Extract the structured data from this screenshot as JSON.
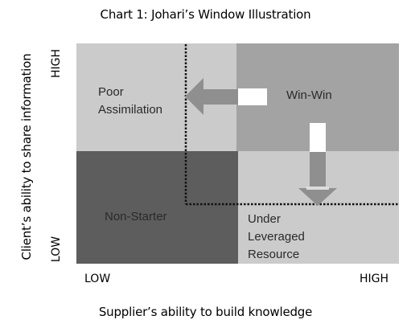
{
  "chart": {
    "title": "Chart 1: Johari’s Window Illustration",
    "y_axis_label": "Client’s ability to share information",
    "x_axis_label": "Supplier’s ability to build knowledge",
    "y_high": "HIGH",
    "y_low": "LOW",
    "x_low": "LOW",
    "x_high": "HIGH"
  },
  "quadrants": {
    "top_left": {
      "line1": "Poor",
      "line2": "Assimilation"
    },
    "top_right": {
      "line1": "Win-Win"
    },
    "bottom_left": {
      "line1": "Non-Starter"
    },
    "bottom_right": {
      "line1": "Under",
      "line2": "Leveraged",
      "line3": "Resource"
    }
  },
  "colors": {
    "light_gray": "#cbcbcb",
    "mid_gray": "#a3a3a3",
    "dark_gray": "#5d5d5d",
    "arrow_gray": "#8f8f8f",
    "dotted_line": "#111111"
  }
}
